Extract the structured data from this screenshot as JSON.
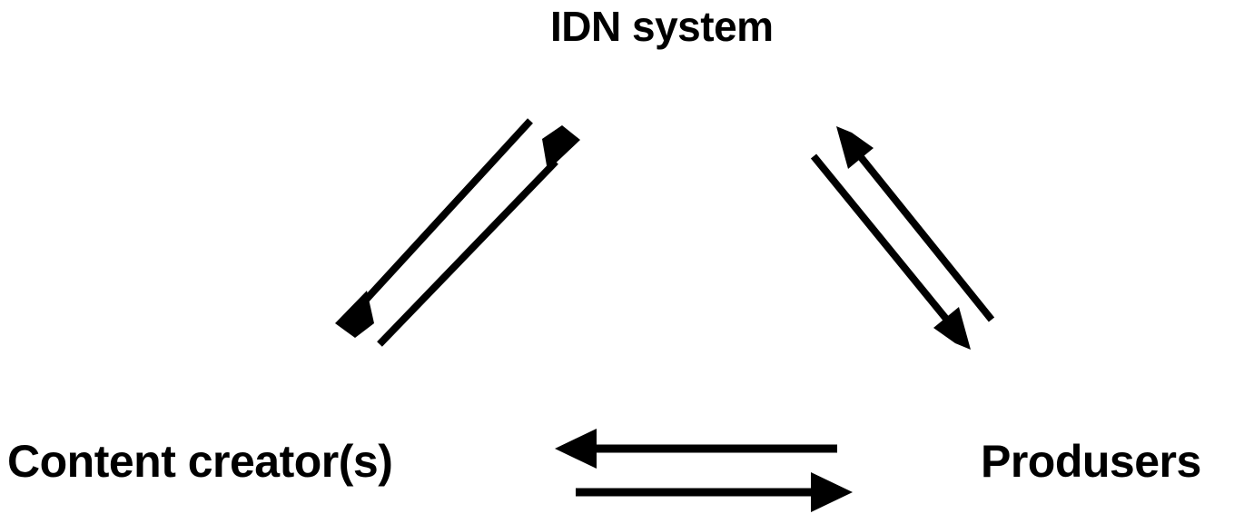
{
  "diagram": {
    "title": "IDN system value-exchange triangle",
    "background_color": "#ffffff",
    "stroke_color": "#000000",
    "stroke_width": 8,
    "nodes": [
      {
        "id": "idn-system",
        "label": "IDN system",
        "position": "top-center"
      },
      {
        "id": "content-creators",
        "label": "Content creator(s)",
        "position": "bottom-left"
      },
      {
        "id": "produsers",
        "label": "Produsers",
        "position": "bottom-right"
      }
    ],
    "edges": [
      {
        "id": "idn-to-content-creators",
        "from": "idn-system",
        "to": "content-creators",
        "direction": "down-left",
        "side": "left"
      },
      {
        "id": "content-creators-to-idn",
        "from": "content-creators",
        "to": "idn-system",
        "direction": "up-right",
        "side": "left"
      },
      {
        "id": "produsers-to-idn",
        "from": "produsers",
        "to": "idn-system",
        "direction": "up-left",
        "side": "right"
      },
      {
        "id": "idn-to-produsers",
        "from": "idn-system",
        "to": "produsers",
        "direction": "down-right",
        "side": "right"
      },
      {
        "id": "produsers-to-content-creators",
        "from": "produsers",
        "to": "content-creators",
        "direction": "left",
        "side": "bottom"
      },
      {
        "id": "content-creators-to-produsers",
        "from": "content-creators",
        "to": "produsers",
        "direction": "right",
        "side": "bottom"
      }
    ]
  }
}
